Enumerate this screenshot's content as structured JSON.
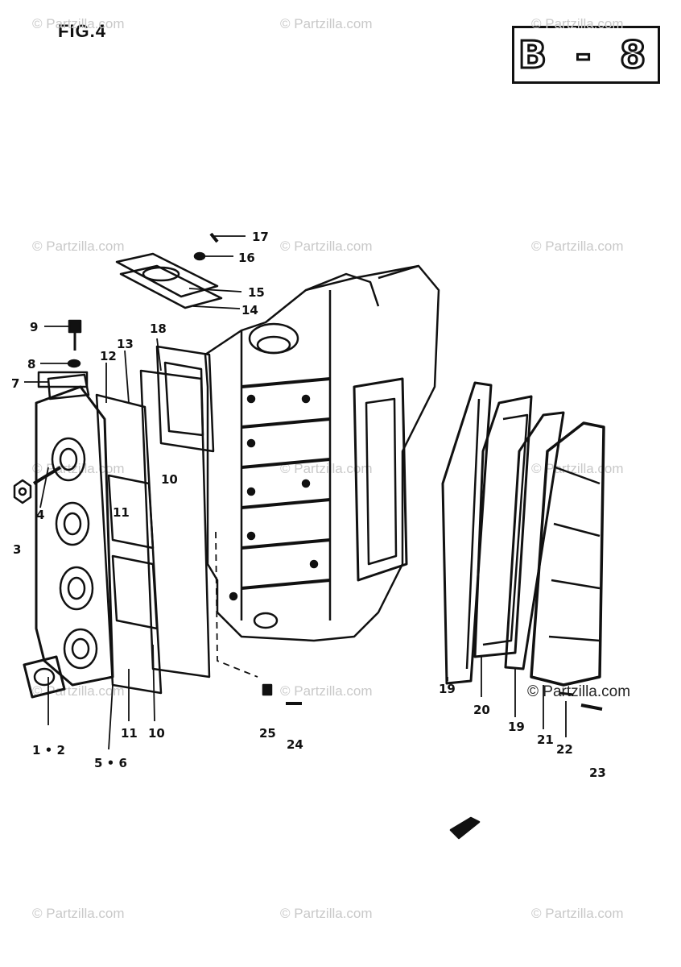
{
  "figure": {
    "title": "FIG.4",
    "page_code": "B - 8"
  },
  "watermarks": [
    {
      "text": "© Partzilla.com"
    },
    {
      "text": "© Partzilla.com"
    },
    {
      "text": "© Partzilla.com"
    },
    {
      "text": "© Partzilla.com"
    },
    {
      "text": "© Partzilla.com"
    },
    {
      "text": "© Partzilla.com"
    },
    {
      "text": "© Partzilla.com"
    },
    {
      "text": "© Partzilla.com"
    },
    {
      "text": "© Partzilla.com"
    },
    {
      "text": "© Partzilla.com"
    },
    {
      "text": "© Partzilla.com"
    },
    {
      "text": "© Partzilla.com"
    },
    {
      "text": "© Partzilla.com"
    },
    {
      "text": "© Partzilla.com"
    },
    {
      "text": "© Partzilla.com"
    }
  ],
  "callouts": [
    {
      "text": "17"
    },
    {
      "text": "16"
    },
    {
      "text": "15"
    },
    {
      "text": "14"
    },
    {
      "text": "9"
    },
    {
      "text": "18"
    },
    {
      "text": "13"
    },
    {
      "text": "12"
    },
    {
      "text": "8"
    },
    {
      "text": "7"
    },
    {
      "text": "10"
    },
    {
      "text": "3"
    },
    {
      "text": "4"
    },
    {
      "text": "11"
    },
    {
      "text": "1 • 2"
    },
    {
      "text": "5 • 6"
    },
    {
      "text": "11"
    },
    {
      "text": "10"
    },
    {
      "text": "25"
    },
    {
      "text": "24"
    },
    {
      "text": "19"
    },
    {
      "text": "20"
    },
    {
      "text": "19"
    },
    {
      "text": "21"
    },
    {
      "text": "22"
    },
    {
      "text": "23"
    }
  ]
}
